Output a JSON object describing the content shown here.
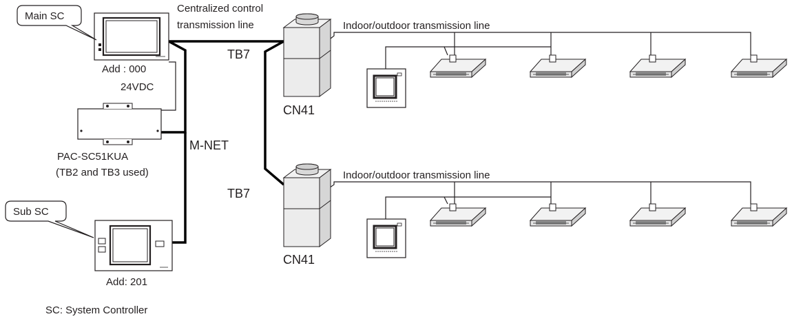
{
  "callouts": {
    "main_sc": "Main SC",
    "sub_sc": "Sub SC"
  },
  "labels": {
    "main_sc_address": "Add : 000",
    "sub_sc_address": "Add: 201",
    "power_supply_voltage": "24VDC",
    "power_supply_model": "PAC-SC51KUA",
    "power_supply_note": "(TB2 and TB3 used)",
    "network": "M-NET",
    "centralized_line_1": "Centralized control",
    "centralized_line_2": "transmission line",
    "tb7_upper": "TB7",
    "tb7_lower": "TB7",
    "cn41_upper": "CN41",
    "cn41_lower": "CN41",
    "indoor_outdoor_upper": "Indoor/outdoor transmission line",
    "indoor_outdoor_lower": "Indoor/outdoor transmission line",
    "legend": "SC: System Controller"
  }
}
